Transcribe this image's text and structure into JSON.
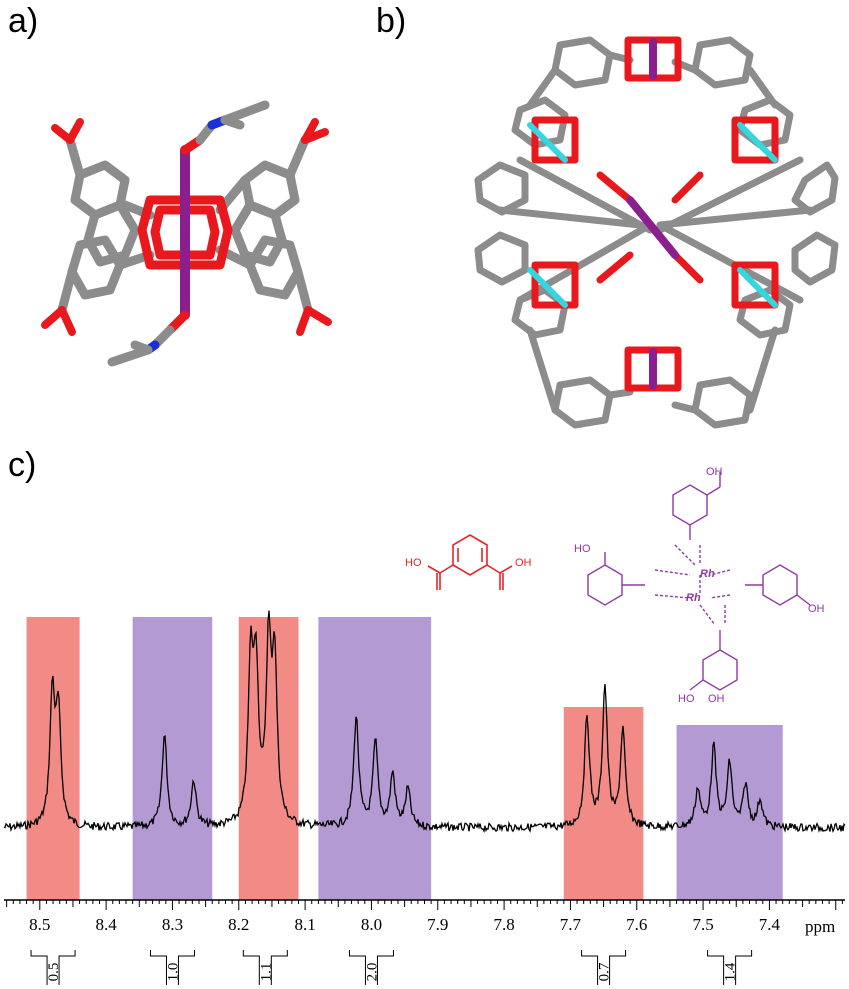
{
  "figure": {
    "panels": [
      {
        "id": "a",
        "label": "a)"
      },
      {
        "id": "b",
        "label": "b)"
      },
      {
        "id": "c",
        "label": "c)"
      }
    ],
    "colors": {
      "carbon": "#8c8c8c",
      "oxygen": "#e8181c",
      "rhodium": "#8b1f8e",
      "nitrogen": "#1b2fd8",
      "copper": "#36d6e0",
      "free_ligand": "#e8232b",
      "cage": "#8e3aa0",
      "red_band": "#f28a86",
      "purple_band": "#b49ad2"
    }
  },
  "chem": {
    "free_ligand": {
      "hydroxyl_left": "HO",
      "hydroxyl_right": "OH"
    },
    "cage_complex": {
      "metal1": "Rh",
      "metal2": "Rh",
      "oh_top": "OH",
      "ho_left": "HO",
      "oh_right": "OH",
      "ho_bottom": "HO",
      "oh_bottom": "OH"
    }
  },
  "chart_data": {
    "type": "line",
    "title": "",
    "xlabel": "ppm",
    "xlim": [
      8.56,
      7.28
    ],
    "x_reversed": true,
    "tick_labels": [
      "8.5",
      "8.4",
      "8.3",
      "8.2",
      "8.1",
      "8.0",
      "7.9",
      "7.8",
      "7.7",
      "7.6",
      "7.5",
      "7.4"
    ],
    "tick_values": [
      8.5,
      8.4,
      8.3,
      8.2,
      8.1,
      8.0,
      7.9,
      7.8,
      7.7,
      7.6,
      7.5,
      7.4
    ],
    "highlight_regions": [
      {
        "from": 8.52,
        "to": 8.44,
        "color": "red"
      },
      {
        "from": 8.36,
        "to": 8.24,
        "color": "purple"
      },
      {
        "from": 8.2,
        "to": 8.11,
        "color": "red"
      },
      {
        "from": 8.08,
        "to": 7.91,
        "color": "purple"
      },
      {
        "from": 7.71,
        "to": 7.59,
        "color": "red"
      },
      {
        "from": 7.54,
        "to": 7.38,
        "color": "purple"
      }
    ],
    "integrals": [
      {
        "center": 8.48,
        "value": "0.5"
      },
      {
        "center": 8.3,
        "value": "1.0"
      },
      {
        "center": 8.16,
        "value": "1.1"
      },
      {
        "center": 8.0,
        "value": "2.0"
      },
      {
        "center": 7.65,
        "value": "0.7"
      },
      {
        "center": 7.46,
        "value": "1.4"
      }
    ],
    "peaks": [
      {
        "x": 8.481,
        "h": 0.62
      },
      {
        "x": 8.472,
        "h": 0.52
      },
      {
        "x": 8.312,
        "h": 0.44
      },
      {
        "x": 8.268,
        "h": 0.22
      },
      {
        "x": 8.182,
        "h": 0.74
      },
      {
        "x": 8.174,
        "h": 0.7
      },
      {
        "x": 8.155,
        "h": 0.82
      },
      {
        "x": 8.146,
        "h": 0.75
      },
      {
        "x": 8.023,
        "h": 0.52
      },
      {
        "x": 7.994,
        "h": 0.4
      },
      {
        "x": 7.968,
        "h": 0.25
      },
      {
        "x": 7.945,
        "h": 0.18
      },
      {
        "x": 7.675,
        "h": 0.52
      },
      {
        "x": 7.648,
        "h": 0.66
      },
      {
        "x": 7.621,
        "h": 0.46
      },
      {
        "x": 7.508,
        "h": 0.18
      },
      {
        "x": 7.484,
        "h": 0.38
      },
      {
        "x": 7.46,
        "h": 0.3
      },
      {
        "x": 7.436,
        "h": 0.2
      },
      {
        "x": 7.414,
        "h": 0.13
      }
    ]
  }
}
